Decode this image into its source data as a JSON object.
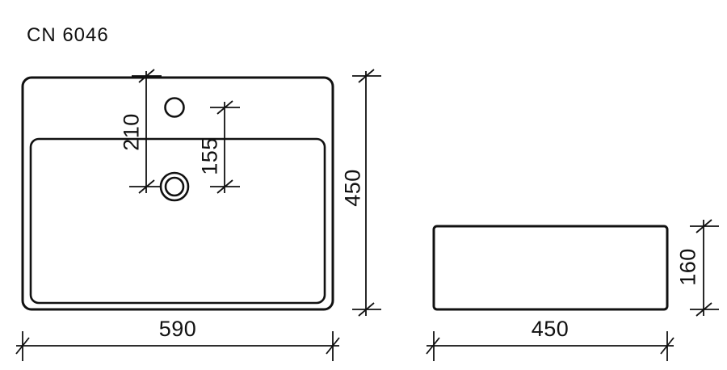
{
  "drawing": {
    "title": "CN 6046",
    "units_note": "",
    "line_color": "#111111",
    "background_color": "#ffffff",
    "views": [
      {
        "name": "top-view",
        "shape": "rounded-rectangle-basin",
        "features": [
          "faucet-hole",
          "drain-hole",
          "inner-bowl"
        ]
      },
      {
        "name": "side-view",
        "shape": "rounded-rectangle",
        "features": []
      }
    ]
  },
  "dimensions": {
    "top_view_width": {
      "label": "590",
      "orientation": "horizontal",
      "view": "top-view"
    },
    "top_view_depth": {
      "label": "450",
      "orientation": "vertical",
      "view": "top-view"
    },
    "drain_from_back": {
      "label": "210",
      "orientation": "vertical",
      "view": "top-view"
    },
    "drain_from_faucet": {
      "label": "155",
      "orientation": "vertical",
      "view": "top-view"
    },
    "side_view_width": {
      "label": "450",
      "orientation": "horizontal",
      "view": "side-view"
    },
    "side_view_height": {
      "label": "160",
      "orientation": "vertical",
      "view": "side-view"
    }
  }
}
